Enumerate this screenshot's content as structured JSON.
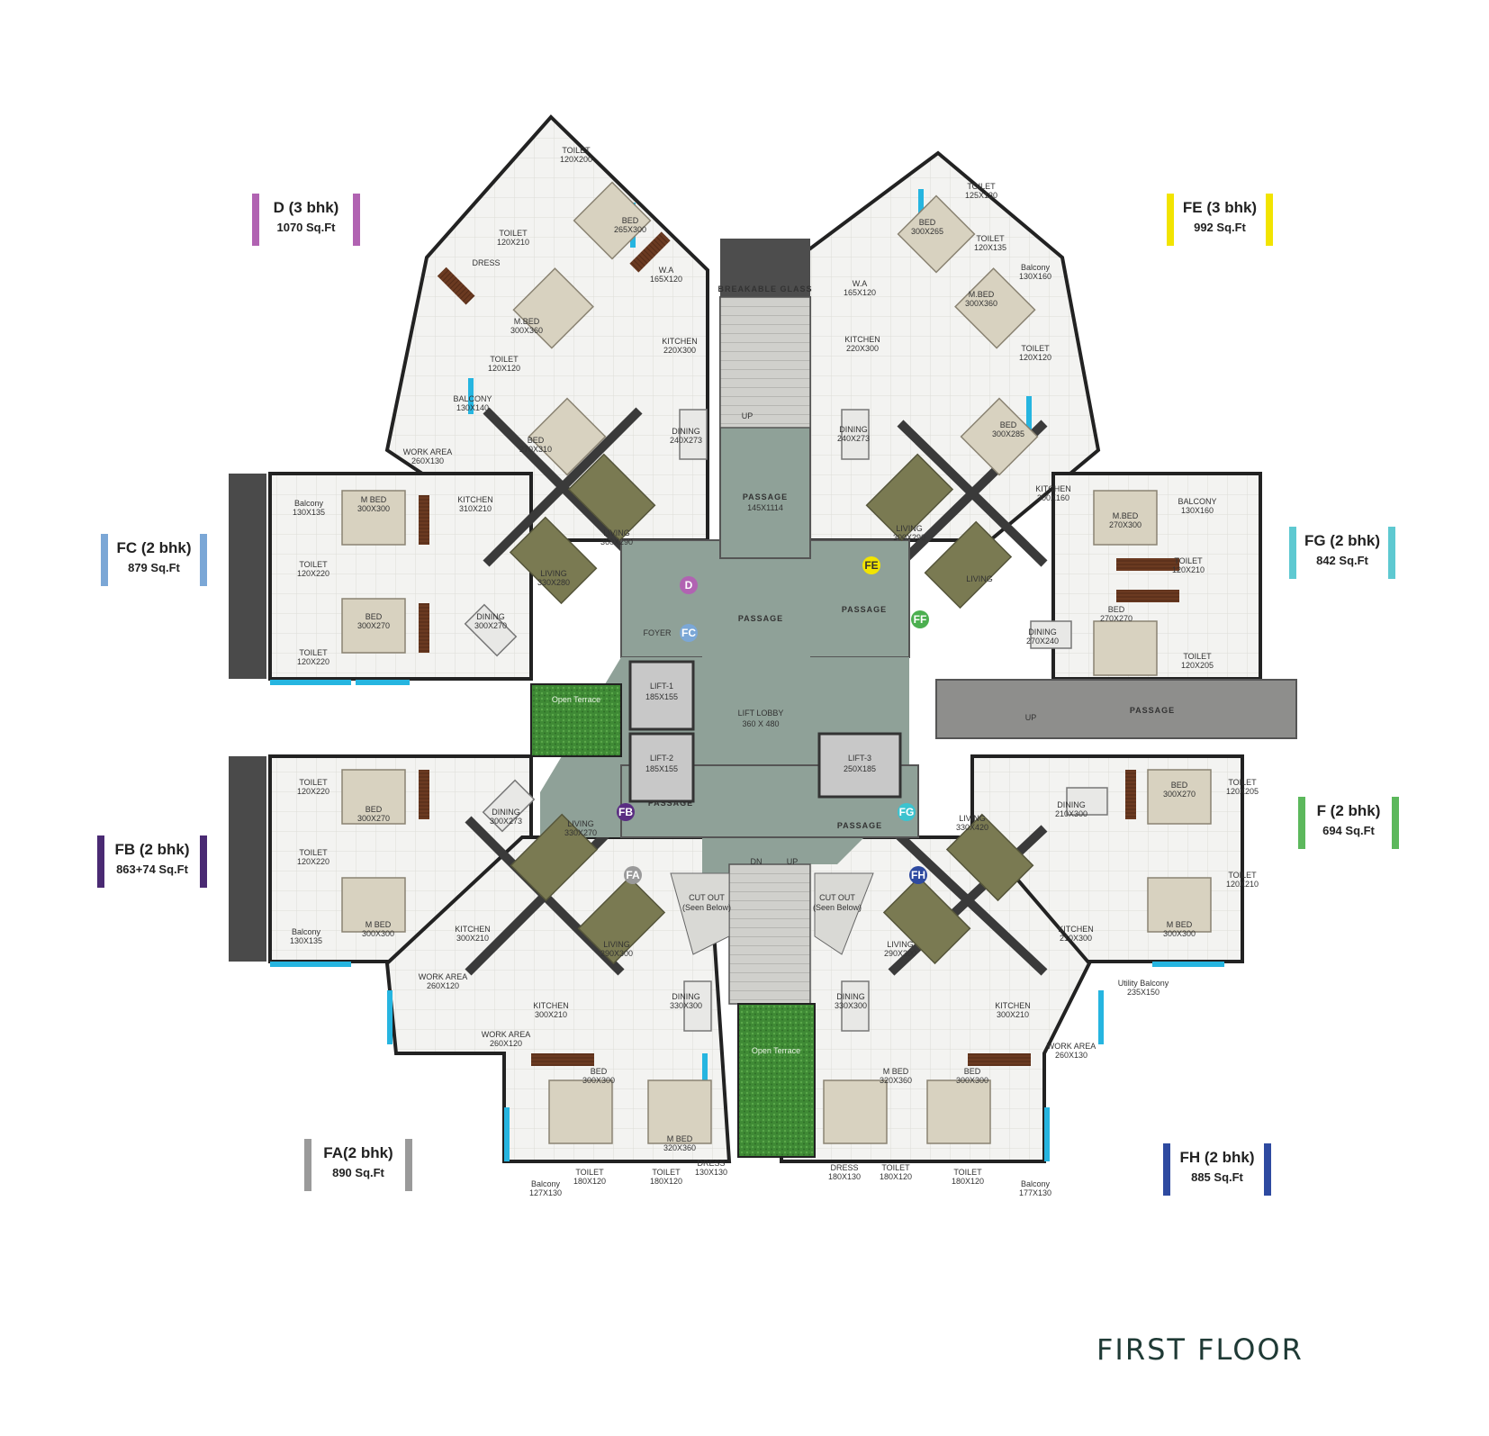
{
  "floor_title": "FIRST FLOOR",
  "legend": [
    {
      "id": "d",
      "name": "D (3 bhk)",
      "area": "1070 Sq.Ft",
      "color": "#b163b2"
    },
    {
      "id": "fe",
      "name": "FE (3 bhk)",
      "area": "992 Sq.Ft",
      "color": "#f2e400"
    },
    {
      "id": "fc",
      "name": "FC (2 bhk)",
      "area": "879 Sq.Ft",
      "color": "#7ba7d6"
    },
    {
      "id": "fg",
      "name": "FG (2 bhk)",
      "area": "842 Sq.Ft",
      "color": "#5ec9d1"
    },
    {
      "id": "fb",
      "name": "FB (2 bhk)",
      "area": "863+74 Sq.Ft",
      "color": "#4a2a73"
    },
    {
      "id": "f",
      "name": "F (2 bhk)",
      "area": "694 Sq.Ft",
      "color": "#5cb85c"
    },
    {
      "id": "fa",
      "name": "FA(2 bhk)",
      "area": "890 Sq.Ft",
      "color": "#9a9a9a"
    },
    {
      "id": "fh",
      "name": "FH (2 bhk)",
      "area": "885 Sq.Ft",
      "color": "#2e4aa0"
    }
  ],
  "unit_markers": [
    {
      "label": "D",
      "color": "#b163b2"
    },
    {
      "label": "FC",
      "color": "#7ba7d6"
    },
    {
      "label": "FE",
      "color": "#f2e400"
    },
    {
      "label": "FF",
      "color": "#4caf50"
    },
    {
      "label": "FB",
      "color": "#5a2d82"
    },
    {
      "label": "FA",
      "color": "#9a9a9a"
    },
    {
      "label": "FG",
      "color": "#3cc3cf"
    },
    {
      "label": "FH",
      "color": "#2e4aa0"
    }
  ],
  "core_labels": {
    "lift_lobby": "LIFT LOBBY",
    "lift_lobby_size": "360 X 480",
    "lift1": "LIFT-1",
    "lift1_size": "185X155",
    "lift2": "LIFT-2",
    "lift2_size": "185X155",
    "lift3": "LIFT-3",
    "lift3_size": "250X185",
    "passage": "PASSAGE",
    "passage_size": "145X1114",
    "breakable_glass": "BREAKABLE GLASS",
    "open_terrace": "Open Terrace",
    "open_terrace_2": "Open Terrace",
    "cut_out": "CUT OUT",
    "seen_below": "(Seen Below)",
    "foyer": "FOYER",
    "up": "UP",
    "dn": "DN"
  },
  "rooms": {
    "toilet_d1": "TOILET",
    "toilet_d1_size": "120X200",
    "bed_d": "BED",
    "bed_d_size": "265X300",
    "toilet_d2": "TOILET",
    "toilet_d2_size": "120X210",
    "dress_d": "DRESS",
    "wa_d": "W.A",
    "wa_d_size": "165X120",
    "mbed_d": "M.BED",
    "mbed_d_size": "300X360",
    "kitchen_d": "KITCHEN",
    "kitchen_d_size": "220X300",
    "toilet_d3": "TOILET",
    "toilet_d3_size": "120X120",
    "balcony_d": "BALCONY",
    "balcony_d_size": "130X140",
    "bed_d2": "BED",
    "bed_d2_size": "270X310",
    "dining_d": "DINING",
    "dining_d_size": "240X273",
    "workarea_d": "WORK AREA",
    "workarea_d_size": "260X130",
    "living_d": "LIVING",
    "living_d_size": "360X290",
    "balcony_fc": "Balcony",
    "balcony_fc_size": "130X135",
    "mbed_fc": "M BED",
    "mbed_fc_size": "300X300",
    "kitchen_fc": "KITCHEN",
    "kitchen_fc_size": "310X210",
    "toilet_fc1": "TOILET",
    "toilet_fc1_size": "120X220",
    "bed_fc": "BED",
    "bed_fc_size": "300X270",
    "toilet_fc2": "TOILET",
    "toilet_fc2_size": "120X220",
    "dining_fc": "DINING",
    "dining_fc_size": "300X270",
    "living_fc": "LIVING",
    "living_fc_size": "330X280",
    "toilet_fe1": "TOILET",
    "toilet_fe1_size": "125X130",
    "bed_fe": "BED",
    "bed_fe_size": "300X265",
    "toilet_fe2": "TOILET",
    "toilet_fe2_size": "120X135",
    "balcony_fe": "Balcony",
    "balcony_fe_size": "130X160",
    "mbed_fe": "M.BED",
    "mbed_fe_size": "300X360",
    "wa_fe": "W.A",
    "wa_fe_size": "165X120",
    "kitchen_fe": "KITCHEN",
    "kitchen_fe_size": "220X300",
    "toilet_fe3": "TOILET",
    "toilet_fe3_size": "120X120",
    "dining_fe": "DINING",
    "dining_fe_size": "240X273",
    "bed_fe2": "BED",
    "bed_fe2_size": "300X285",
    "living_fe": "LIVING",
    "living_fe_size": "300X290",
    "kitchen_fg": "KITCHEN",
    "kitchen_fg_size": "300X160",
    "mbed_fg": "M.BED",
    "mbed_fg_size": "270X300",
    "balcony_fg": "BALCONY",
    "balcony_fg_size": "130X160",
    "toilet_fg1": "TOILET",
    "toilet_fg1_size": "120X210",
    "living_ff": "LIVING",
    "dining_fg": "DINING",
    "dining_fg_size": "270X240",
    "bed_fg": "BED",
    "bed_fg_size": "270X270",
    "toilet_fg2": "TOILET",
    "toilet_fg2_size": "120X205",
    "toilet_fb1": "TOILET",
    "toilet_fb1_size": "120X220",
    "bed_fb": "BED",
    "bed_fb_size": "300X270",
    "dining_fb": "DINING",
    "dining_fb_size": "300X273",
    "living_fb": "LIVING",
    "living_fb_size": "330X270",
    "toilet_fb2": "TOILET",
    "toilet_fb2_size": "120X220",
    "mbed_fb": "M BED",
    "mbed_fb_size": "300X300",
    "kitchen_fb": "KITCHEN",
    "kitchen_fb_size": "300X210",
    "balcony_fb": "Balcony",
    "balcony_fb_size": "130X135",
    "workarea_fb": "WORK AREA",
    "workarea_fb_size": "260X120",
    "living_fa": "LIVING",
    "living_fa_size": "290X300",
    "kitchen_fa": "KITCHEN",
    "kitchen_fa_size": "300X210",
    "dining_fa": "DINING",
    "dining_fa_size": "330X300",
    "workarea_fa": "WORK AREA",
    "workarea_fa_size": "260X120",
    "bed_fa": "BED",
    "bed_fa_size": "300X300",
    "mbed_fa": "M BED",
    "mbed_fa_size": "320X360",
    "toilet_fa1": "TOILET",
    "toilet_fa1_size": "180X120",
    "toilet_fa2": "TOILET",
    "toilet_fa2_size": "180X120",
    "dress_fa": "DRESS",
    "dress_fa_size": "130X130",
    "balcony_fa": "Balcony",
    "balcony_fa_size": "127X130",
    "dining_f": "DINING",
    "dining_f_size": "210X300",
    "living_fg": "LIVING",
    "living_fg_size": "330X420",
    "bed_f": "BED",
    "bed_f_size": "300X270",
    "toilet_f1": "TOILET",
    "toilet_f1_size": "120X205",
    "mbed_f": "M BED",
    "mbed_f_size": "300X300",
    "toilet_f2": "TOILET",
    "toilet_f2_size": "120X210",
    "kitchen_f": "KITCHEN",
    "kitchen_f_size": "210X300",
    "utility_f": "Utility Balcony",
    "utility_f_size": "235X150",
    "workarea_f": "WORK AREA",
    "workarea_f_size": "260X130",
    "living_fh": "LIVING",
    "living_fh_size": "290X300",
    "dining_fh": "DINING",
    "dining_fh_size": "330X300",
    "kitchen_fh": "KITCHEN",
    "kitchen_fh_size": "300X210",
    "mbed_fh": "M BED",
    "mbed_fh_size": "320X360",
    "bed_fh": "BED",
    "bed_fh_size": "300X300",
    "dress_fh": "DRESS",
    "dress_fh_size": "180X130",
    "toilet_fh1": "TOILET",
    "toilet_fh1_size": "180X120",
    "toilet_fh2": "TOILET",
    "toilet_fh2_size": "180X120",
    "balcony_fh": "Balcony",
    "balcony_fh_size": "177X130"
  }
}
